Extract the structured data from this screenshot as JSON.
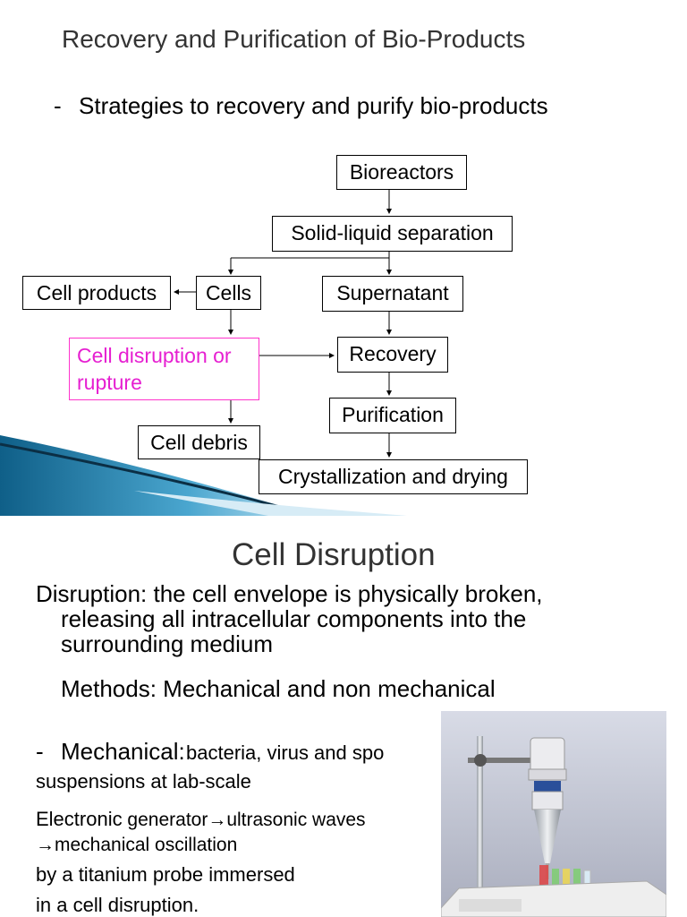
{
  "slide1": {
    "title": "Recovery and Purification of Bio-Products",
    "bullet_dash": "-",
    "bullet_text": "Strategies to recovery and purify bio-products",
    "flow": {
      "bioreactors": "Bioreactors",
      "solid_liquid": "Solid-liquid separation",
      "cell_products": "Cell products",
      "cells": "Cells",
      "supernatant": "Supernatant",
      "cell_disruption_line1": "Cell disruption or",
      "cell_disruption_line2": "rupture",
      "recovery": "Recovery",
      "purification": "Purification",
      "cell_debris": "Cell debris",
      "crystallization": "Crystallization and drying"
    }
  },
  "slide2": {
    "title": "Cell Disruption",
    "para1_line1": "Disruption: the cell envelope is physically broken,",
    "para1_line2": "releasing all intracellular components into the",
    "para1_line3": "surrounding medium",
    "methods": "Methods: Mechanical and non mechanical",
    "mech_dash": "-",
    "mech_label": "Mechanical:",
    "mech_rest": " bacteria, virus and spo",
    "mech_line2": "suspensions at lab-scale",
    "elec_line1a": "Electronic",
    "elec_line1b": " generator→ultrasonic waves",
    "elec_line2": "→mechanical oscillation",
    "elec_line3": "by a titanium probe immersed",
    "elec_line4": "in a cell disruption."
  },
  "colors": {
    "highlight": "#e61fd1",
    "swoosh_blue": "#1e78a8",
    "photo_bg": "#c5c9d6"
  }
}
